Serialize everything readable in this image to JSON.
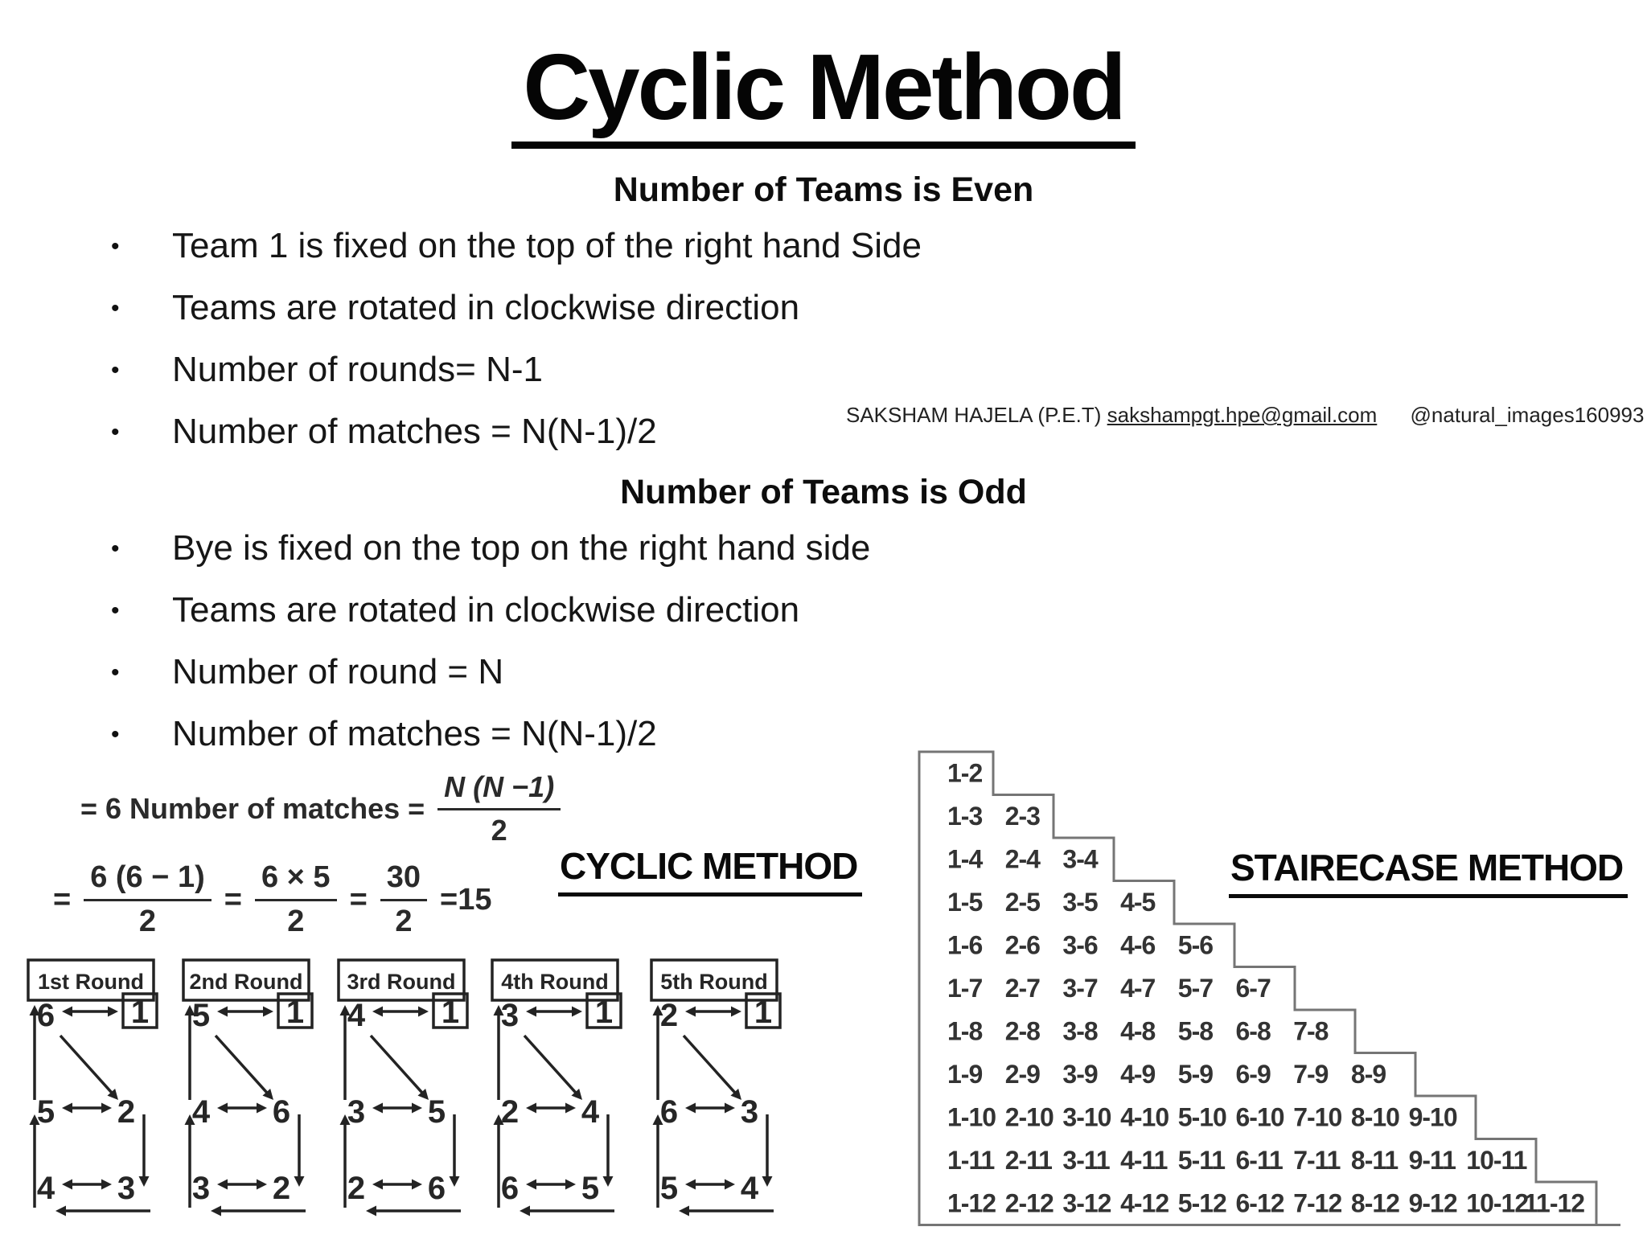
{
  "title": "Cyclic Method",
  "sections": {
    "even": {
      "heading": "Number of Teams is Even",
      "bullets": [
        "Team 1 is fixed on the top of the right hand Side",
        "Teams are rotated in clockwise direction",
        "Number of rounds= N-1",
        "Number of matches = N(N-1)/2"
      ]
    },
    "odd": {
      "heading": "Number of Teams is Odd",
      "bullets": [
        "Bye is fixed on the top on the right hand side",
        "Teams are rotated in clockwise direction",
        "Number of round = N",
        "Number of matches = N(N-1)/2"
      ]
    }
  },
  "watermark": {
    "author": "SAKSHAM HAJELA (P.E.T)",
    "email": "sakshampgt.hpe@gmail.com",
    "handle": "@natural_images160993"
  },
  "formula": {
    "line1": {
      "prefix": "= 6 Number of matches =",
      "numerator": "N (N −1)",
      "denominator": "2"
    },
    "line2": [
      {
        "op": "="
      },
      {
        "num": "6 (6 − 1)",
        "den": "2"
      },
      {
        "op": "="
      },
      {
        "num": "6 × 5",
        "den": "2"
      },
      {
        "op": "="
      },
      {
        "num": "30",
        "den": "2"
      },
      {
        "op": "=15"
      }
    ]
  },
  "labels": {
    "cyclic": "CYCLIC METHOD",
    "staircase": "STAIRECASE METHOD"
  },
  "rounds": [
    {
      "title": "1st Round",
      "top_left": "6",
      "fixed": "1",
      "mid_left": "5",
      "mid_right": "2",
      "bottom_left": "4",
      "bottom_right": "3"
    },
    {
      "title": "2nd Round",
      "top_left": "5",
      "fixed": "1",
      "mid_left": "4",
      "mid_right": "6",
      "bottom_left": "3",
      "bottom_right": "2"
    },
    {
      "title": "3rd Round",
      "top_left": "4",
      "fixed": "1",
      "mid_left": "3",
      "mid_right": "5",
      "bottom_left": "2",
      "bottom_right": "6"
    },
    {
      "title": "4th Round",
      "top_left": "3",
      "fixed": "1",
      "mid_left": "2",
      "mid_right": "4",
      "bottom_left": "6",
      "bottom_right": "5"
    },
    {
      "title": "5th Round",
      "top_left": "2",
      "fixed": "1",
      "mid_left": "6",
      "mid_right": "3",
      "bottom_left": "5",
      "bottom_right": "4"
    }
  ],
  "staircase_rows": [
    [
      "1-2"
    ],
    [
      "1-3",
      "2-3"
    ],
    [
      "1-4",
      "2-4",
      "3-4"
    ],
    [
      "1-5",
      "2-5",
      "3-5",
      "4-5"
    ],
    [
      "1-6",
      "2-6",
      "3-6",
      "4-6",
      "5-6"
    ],
    [
      "1-7",
      "2-7",
      "3-7",
      "4-7",
      "5-7",
      "6-7"
    ],
    [
      "1-8",
      "2-8",
      "3-8",
      "4-8",
      "5-8",
      "6-8",
      "7-8"
    ],
    [
      "1-9",
      "2-9",
      "3-9",
      "4-9",
      "5-9",
      "6-9",
      "7-9",
      "8-9"
    ],
    [
      "1-10",
      "2-10",
      "3-10",
      "4-10",
      "5-10",
      "6-10",
      "7-10",
      "8-10",
      "9-10"
    ],
    [
      "1-11",
      "2-11",
      "3-11",
      "4-11",
      "5-11",
      "6-11",
      "7-11",
      "8-11",
      "9-11",
      "10-11"
    ],
    [
      "1-12",
      "2-12",
      "3-12",
      "4-12",
      "5-12",
      "6-12",
      "7-12",
      "8-12",
      "9-12",
      "10-12",
      "11-12"
    ]
  ],
  "colors": {
    "ink": "#141414",
    "scan_ink": "#2a2a2a",
    "link_blue": "#1155cc",
    "stair_border": "#757575"
  }
}
